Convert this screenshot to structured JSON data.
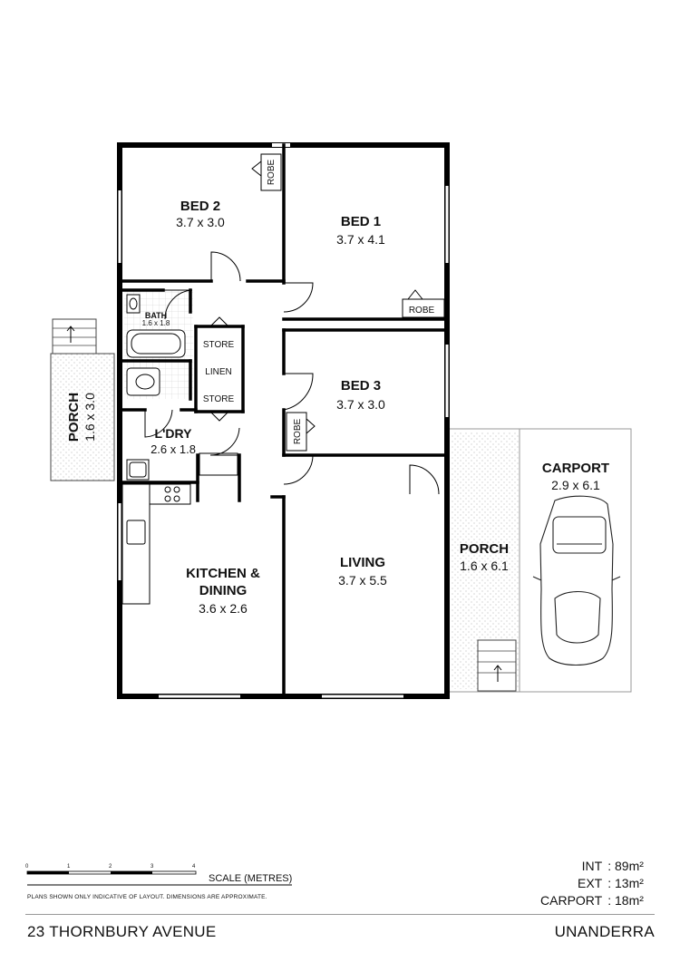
{
  "rooms": {
    "bed2": {
      "name": "BED 2",
      "dim": "3.7 x 3.0"
    },
    "bed1": {
      "name": "BED 1",
      "dim": "3.7 x 4.1"
    },
    "bed3": {
      "name": "BED 3",
      "dim": "3.7 x 3.0"
    },
    "bath": {
      "name": "BATH",
      "dim": "1.6 x 1.8"
    },
    "laundry": {
      "name": "L'DRY",
      "dim": "2.6 x 1.8"
    },
    "kitchen": {
      "name1": "KITCHEN &",
      "name2": "DINING",
      "dim": "3.6 x 2.6"
    },
    "living": {
      "name": "LIVING",
      "dim": "3.7 x 5.5"
    },
    "carport": {
      "name": "CARPORT",
      "dim": "2.9 x 6.1"
    },
    "porch_side": {
      "name": "PORCH",
      "dim": "1.6 x 3.0"
    },
    "porch_front": {
      "name": "PORCH",
      "dim": "1.6 x 6.1"
    }
  },
  "storage": {
    "robe1": "ROBE",
    "robe2": "ROBE",
    "robe3": "ROBE",
    "store_top": "STORE",
    "linen": "LINEN",
    "store_bottom": "STORE"
  },
  "scale": {
    "ticks": [
      "0",
      "1",
      "2",
      "3",
      "4"
    ],
    "label": "SCALE (METRES)",
    "disclaimer": "PLANS SHOWN ONLY INDICATIVE OF LAYOUT.  DIMENSIONS ARE APPROXIMATE."
  },
  "areas": [
    {
      "label": "INT",
      "value": "89m²"
    },
    {
      "label": "EXT",
      "value": "13m²"
    },
    {
      "label": "CARPORT",
      "value": "18m²"
    }
  ],
  "address": "23 THORNBURY AVENUE",
  "suburb": "UNANDERRA"
}
